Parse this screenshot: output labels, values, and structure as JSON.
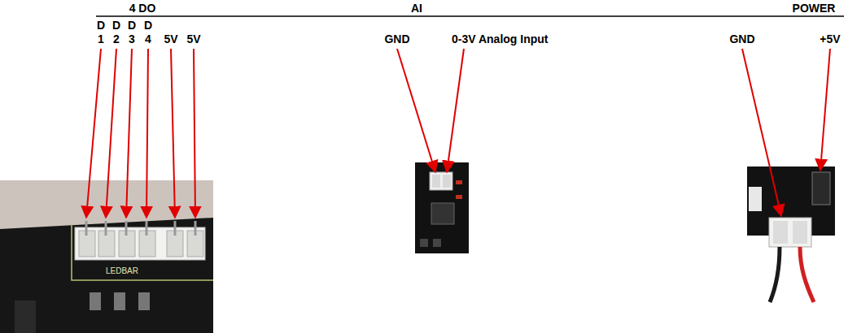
{
  "diagram": {
    "labels": [
      "4 DO",
      "AI",
      "POWER",
      "D",
      "D",
      "D",
      "D",
      "1",
      "2",
      "3",
      "4",
      "5V",
      "5V",
      "GND",
      "0-3V Analog Input",
      "GND",
      "+5V",
      "LEDBAR"
    ]
  }
}
